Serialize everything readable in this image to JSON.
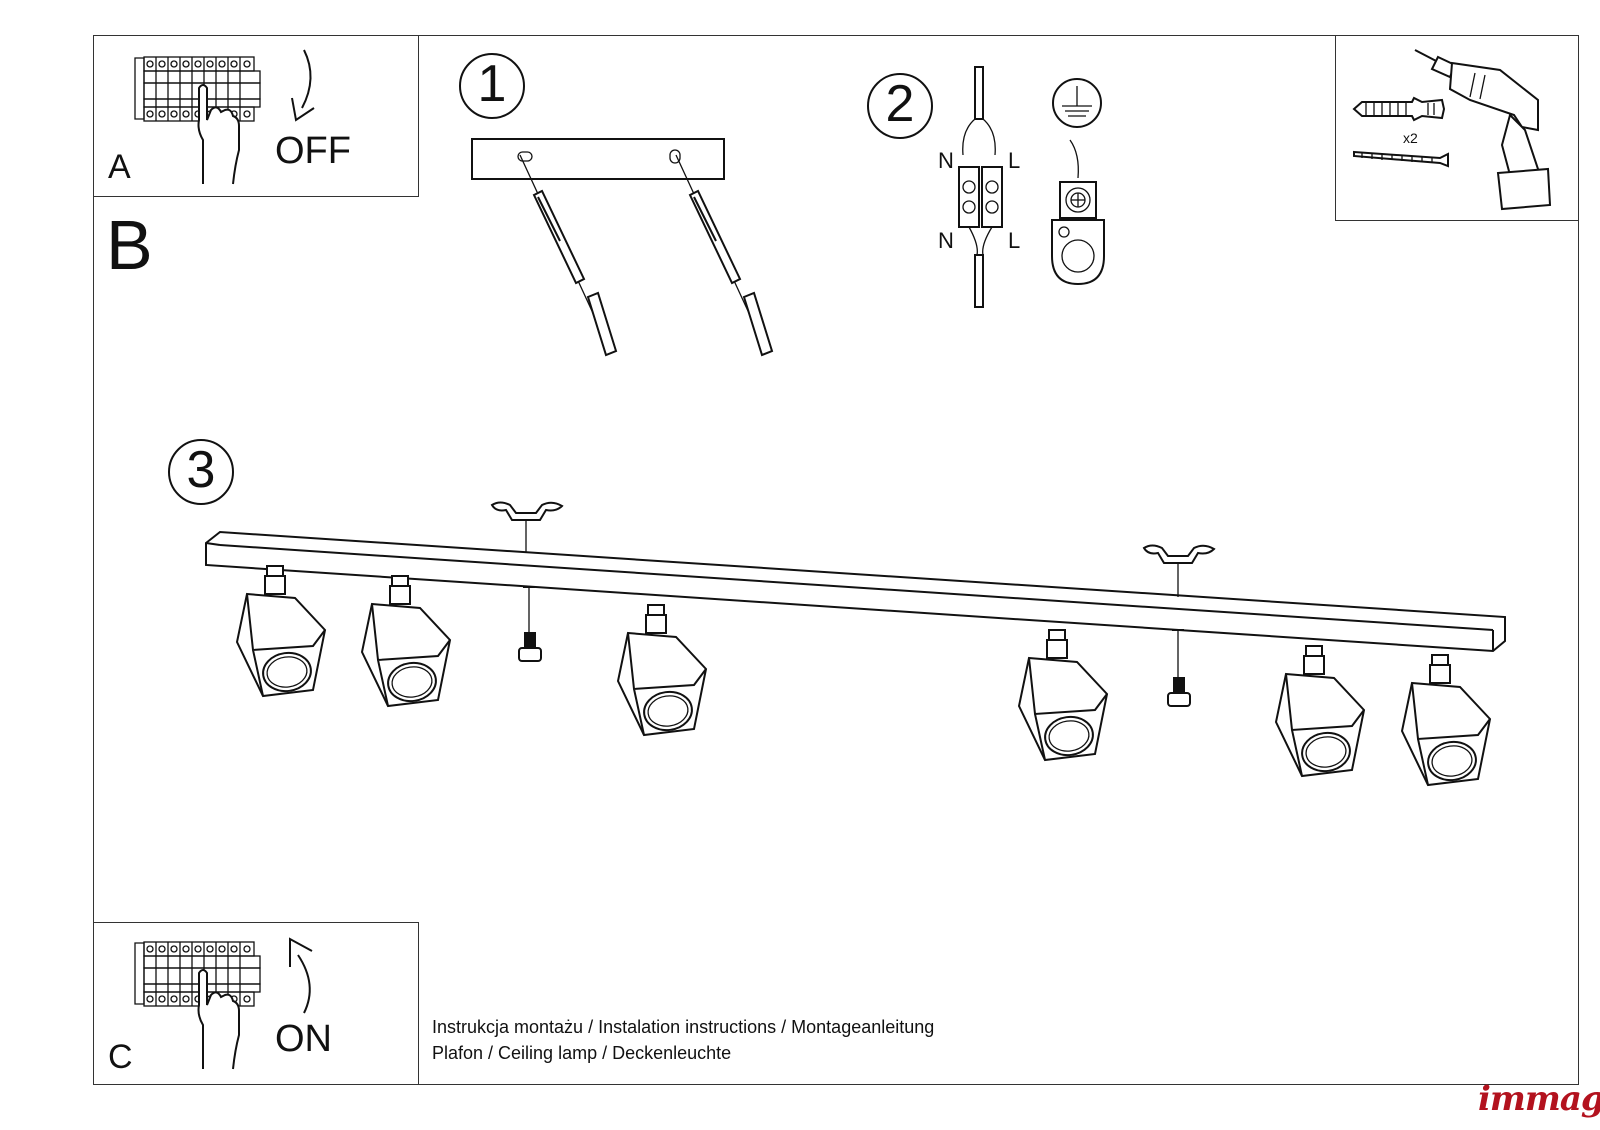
{
  "document": {
    "brand": "immag",
    "brand_color": "#b3121e",
    "captions": [
      "Instrukcja montażu / Instalation instructions / Montageanleitung",
      "Plafon / Ceiling lamp / Deckenleuchte"
    ]
  },
  "panels": {
    "A": {
      "letter": "A",
      "action": "OFF",
      "icons": [
        "circuit-breaker-icon",
        "hand-icon",
        "arrow-down-icon"
      ]
    },
    "B": {
      "letter": "B"
    },
    "C": {
      "letter": "C",
      "action": "ON",
      "icons": [
        "circuit-breaker-icon",
        "hand-icon",
        "arrow-up-icon"
      ]
    }
  },
  "tools": {
    "quantity": "x2",
    "icons": [
      "drill-icon",
      "wall-plug-icon",
      "screw-icon"
    ]
  },
  "steps": [
    {
      "number": "1",
      "description_icons": [
        "mounting-bar-icon",
        "screw-icon",
        "wall-plug-icon"
      ]
    },
    {
      "number": "2",
      "labels": {
        "neutral_top": "N",
        "live_top": "L",
        "neutral_bottom": "N",
        "live_bottom": "L"
      },
      "description_icons": [
        "terminal-block-icon",
        "ground-symbol-icon",
        "ground-terminal-icon"
      ]
    },
    {
      "number": "3",
      "spotlight_count": 6,
      "bracket_count": 2,
      "bolt_count": 2
    }
  ]
}
